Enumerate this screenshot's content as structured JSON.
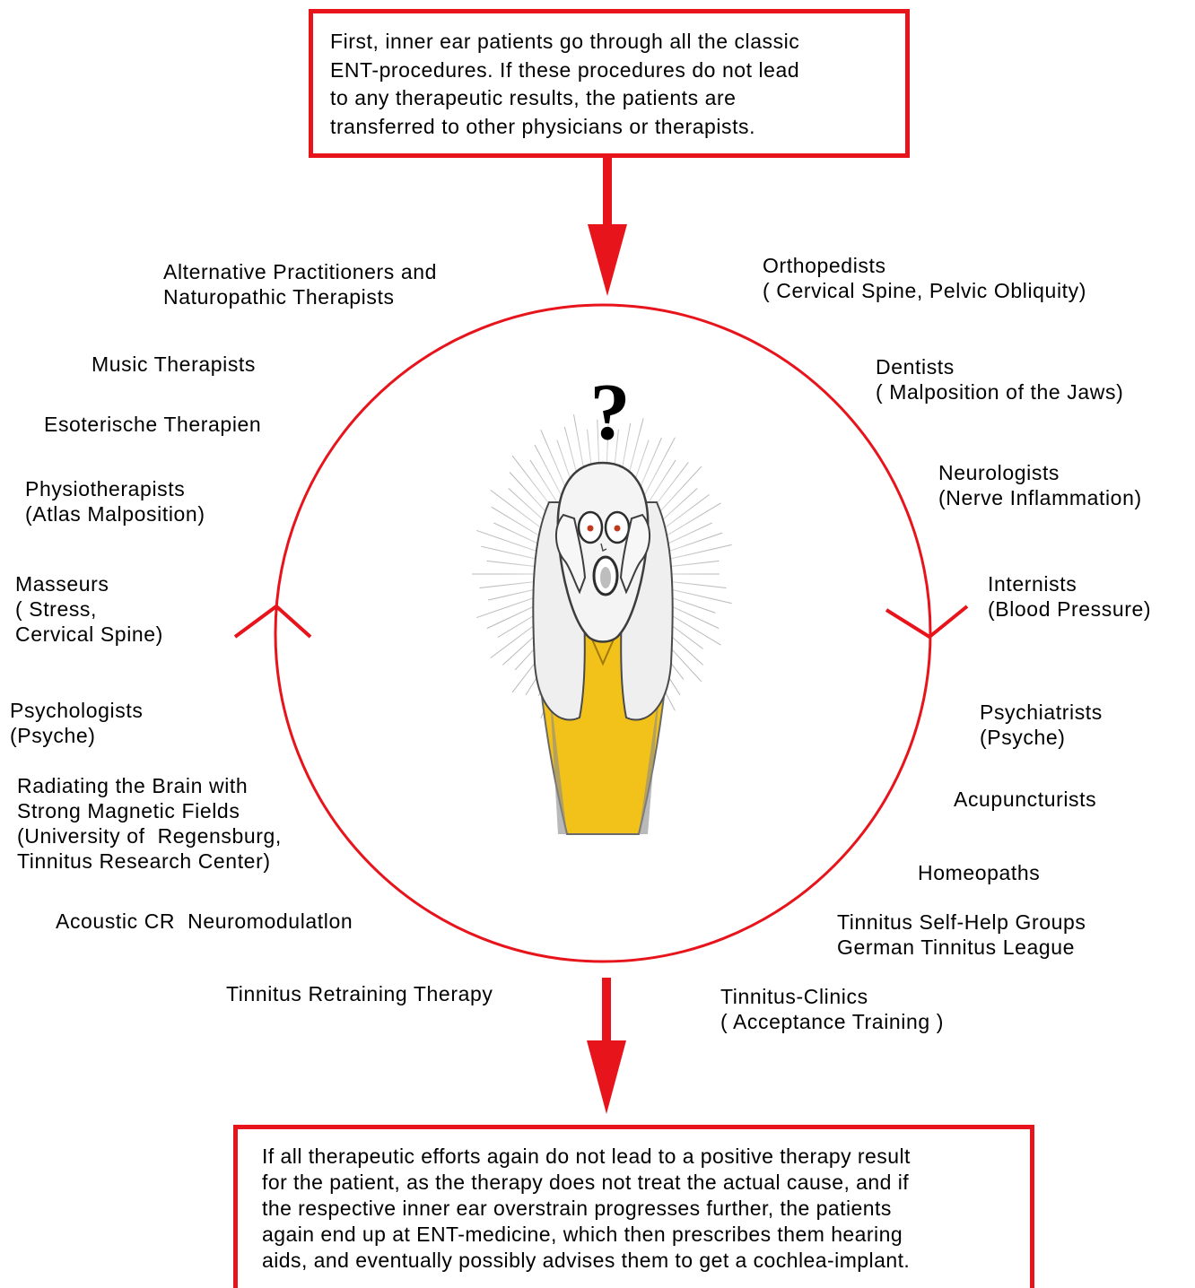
{
  "top_box": {
    "text": "First, inner ear patients go through all the classic\nENT-procedures. If these procedures do not lead\nto any therapeutic results, the patients are\ntransferred to other physicians or therapists."
  },
  "bottom_box": {
    "text": "If all therapeutic efforts again do not lead to a positive therapy result\nfor the patient, as the therapy does not treat the actual cause, and if\nthe respective inner ear overstrain progresses further, the patients\nagain end up at ENT-medicine, which then prescribes them hearing\naids, and eventually possibly advises them to get a cochlea-implant."
  },
  "center_figure": {
    "icon": "screaming-figure-icon",
    "symbol": "?"
  },
  "colors": {
    "accent_red": "#e8141c",
    "figure_yellow": "#f2c21b"
  },
  "left_labels": [
    "Alternative Practitioners and\nNaturopathic Therapists",
    "Music Therapists",
    "Esoterische Therapien",
    "Physiotherapists\n(Atlas Malposition)",
    "Masseurs\n( Stress,\nCervical Spine)",
    "Psychologists\n(Psyche)",
    "Radiating the Brain with\nStrong Magnetic Fields\n(University of  Regensburg,\nTinnitus Research Center)",
    "Acoustic CR  Neuromodulatlon",
    "Tinnitus Retraining Therapy"
  ],
  "right_labels": [
    "Orthopedists\n( Cervical Spine, Pelvic Obliquity)",
    "Dentists\n( Malposition of the Jaws)",
    "Neurologists\n(Nerve Inflammation)",
    "Internists\n(Blood Pressure)",
    "Psychiatrists\n(Psyche)",
    "Acupuncturists",
    "Homeopaths",
    "Tinnitus Self-Help Groups\nGerman Tinnitus League",
    "Tinnitus-Clinics\n( Acceptance Training )"
  ]
}
